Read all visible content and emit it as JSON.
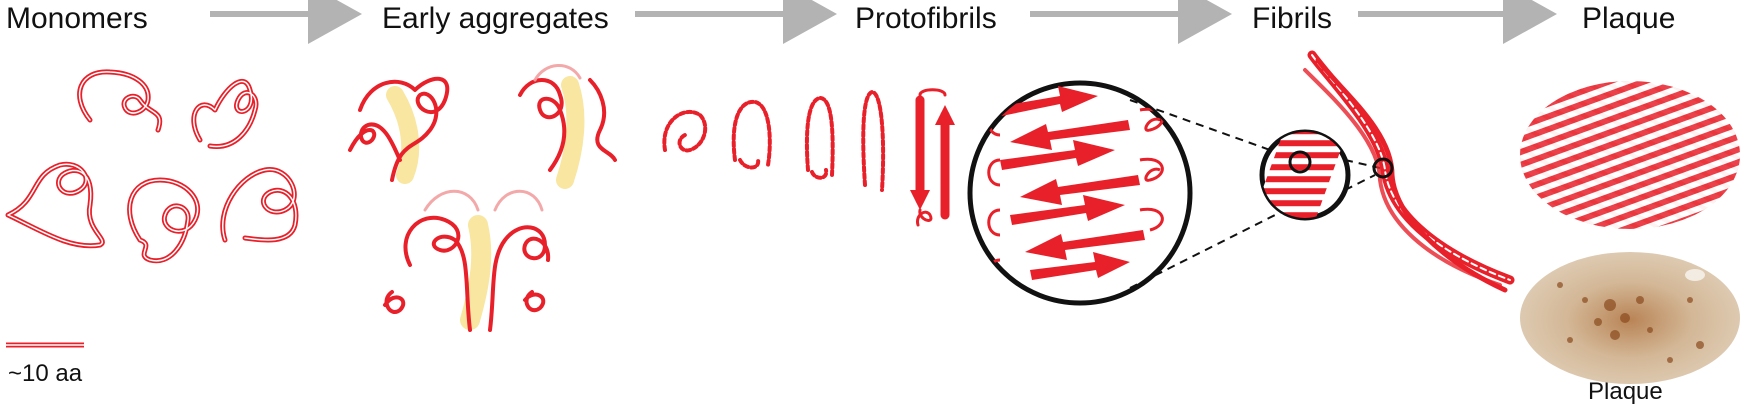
{
  "stages": [
    {
      "label": "Monomers"
    },
    {
      "label": "Early aggregates"
    },
    {
      "label": "Protofibrils"
    },
    {
      "label": "Fibrils"
    },
    {
      "label": "Plaque"
    }
  ],
  "scale_bar": {
    "label": "~10 aa"
  },
  "plaque_image_label": "Plaque",
  "colors": {
    "protein": "#e8202a",
    "protein_light": "#f2a0a0",
    "aggregate_core": "#f6e08a",
    "arrow_gray": "#b3b3b3",
    "text": "#111111",
    "tissue_bg": "#d9c6ad",
    "tissue_stain": "#8a4a1e"
  }
}
